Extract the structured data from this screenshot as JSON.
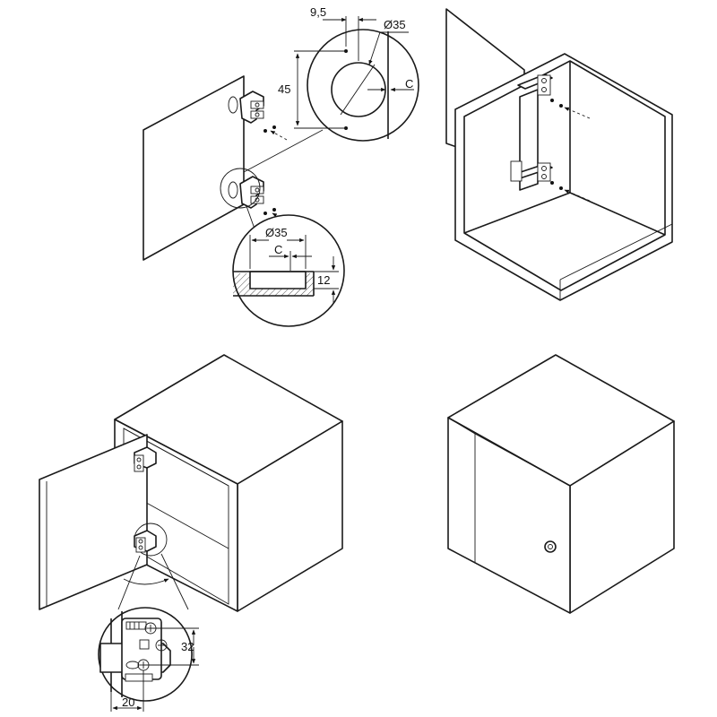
{
  "diagram": {
    "top_left_detail": {
      "dim_offset": "9,5",
      "dim_bore_dia": "Ø35",
      "dim_height": "45",
      "dim_distance": "C"
    },
    "section_detail": {
      "dim_bore_dia": "Ø35",
      "dim_distance": "C",
      "dim_depth": "12"
    },
    "mount_plate_detail": {
      "dim_height": "32",
      "dim_width": "20"
    }
  }
}
